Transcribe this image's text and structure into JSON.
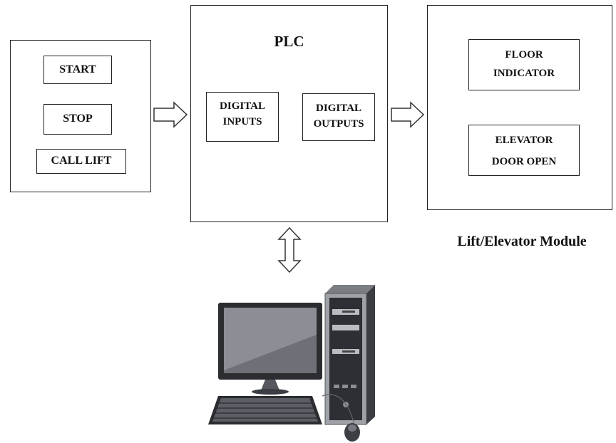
{
  "input_panel": {
    "start_label": "START",
    "stop_label": "STOP",
    "call_lift_label": "CALL LIFT"
  },
  "plc": {
    "title": "PLC",
    "digital_inputs_label": "DIGITAL INPUTS",
    "digital_inputs_line1": "DIGITAL",
    "digital_inputs_line2": "INPUTS",
    "digital_outputs_line1": "DIGITAL",
    "digital_outputs_line2": "OUTPUTS"
  },
  "lift_module": {
    "floor_indicator_line1": "FLOOR",
    "floor_indicator_line2": "INDICATOR",
    "elevator_door_line1": "ELEVATOR",
    "elevator_door_line2": "DOOR OPEN",
    "caption": "Lift/Elevator Module"
  },
  "icons": {
    "arrow_right": "hollow-arrow-right-icon",
    "arrow_bidirectional": "hollow-double-arrow-vertical-icon",
    "computer": "desktop-computer-icon"
  }
}
